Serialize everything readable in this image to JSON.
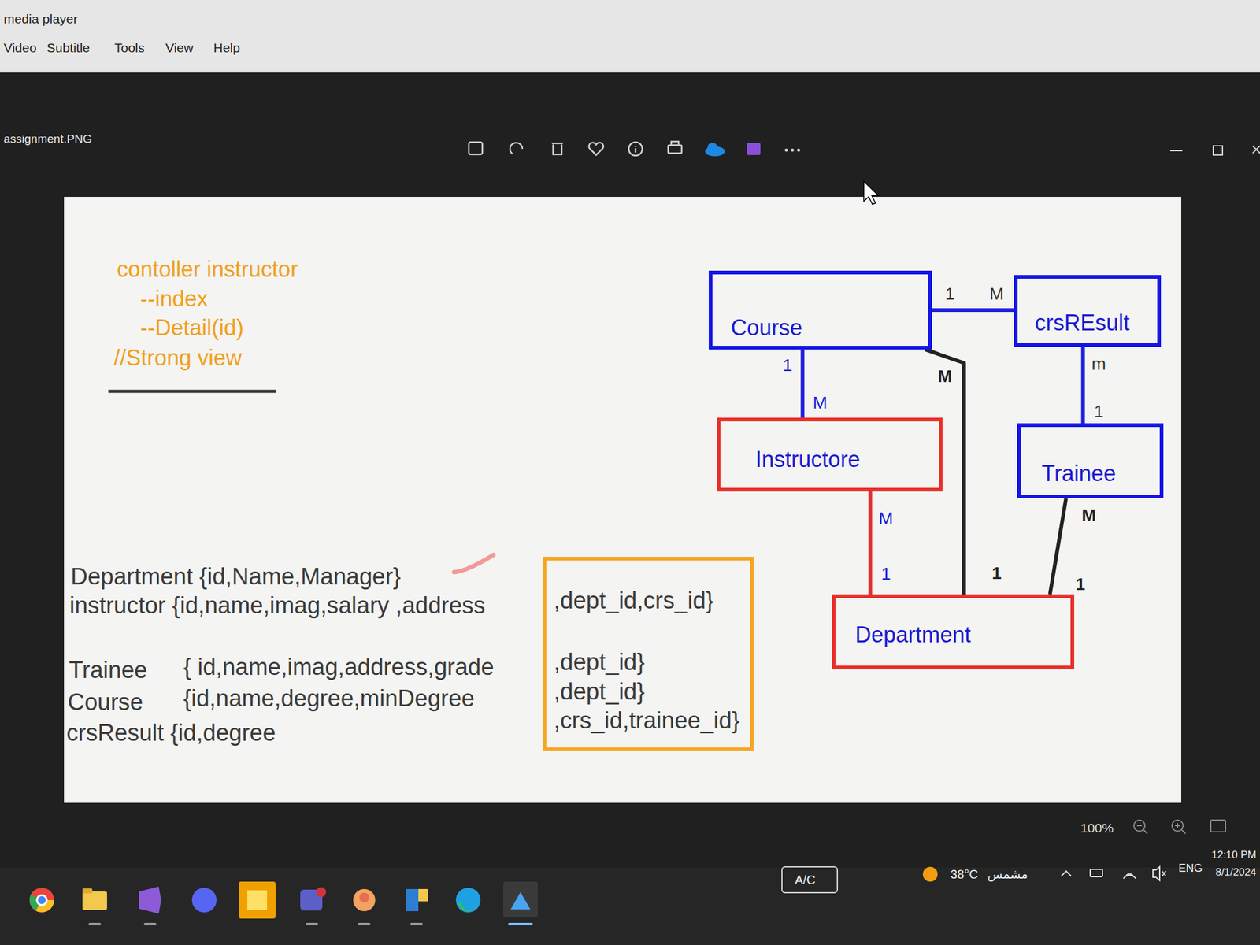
{
  "diagram": {
    "nodes": [
      {
        "text": [
          "Course"
        ]
      },
      {
        "text": [
          "crsREsult"
        ]
      },
      {
        "text": [
          "Instructore"
        ]
      },
      {
        "text": [
          "Trainee"
        ]
      },
      {
        "text": [
          ",dept_id,crs_id}",
          ",dept_id}",
          ",dept_id}",
          ",crs_id,trainee_id}"
        ]
      },
      {
        "text": [
          "Department"
        ]
      },
      {
        "text": [
          "A/C"
        ]
      }
    ],
    "edges": [
      {
        "from": 0,
        "to": 1,
        "arrow": "none"
      },
      {
        "from": 0,
        "to": 2,
        "arrow": "none"
      },
      {
        "from": 0,
        "to": 5,
        "arrow": "none"
      },
      {
        "from": 1,
        "to": 3,
        "arrow": "none"
      },
      {
        "from": 2,
        "to": 5,
        "arrow": "none"
      },
      {
        "from": 3,
        "to": 5,
        "arrow": "none"
      }
    ],
    "labels": [
      "media player",
      "Video",
      "Subtitle",
      "Tools",
      "View",
      "Help",
      "assignment.PNG",
      "contoller instructor",
      "--index",
      "--Detail(id)",
      "//Strong view",
      "1",
      "M",
      "1",
      "M",
      "M",
      "1",
      "m",
      "1",
      "M",
      "1",
      "M",
      "1",
      "Department {id,Name,Manager}",
      "instructor {id,name,imag,salary ,address",
      "Trainee",
      "{ id,name,imag,address,grade",
      "Course",
      "{id,name,degree,minDegree",
      "crsResult {id,degree",
      "100%",
      "38°C",
      "مشمس",
      "ENG",
      "12:10 PM",
      "8/1/2024"
    ]
  }
}
